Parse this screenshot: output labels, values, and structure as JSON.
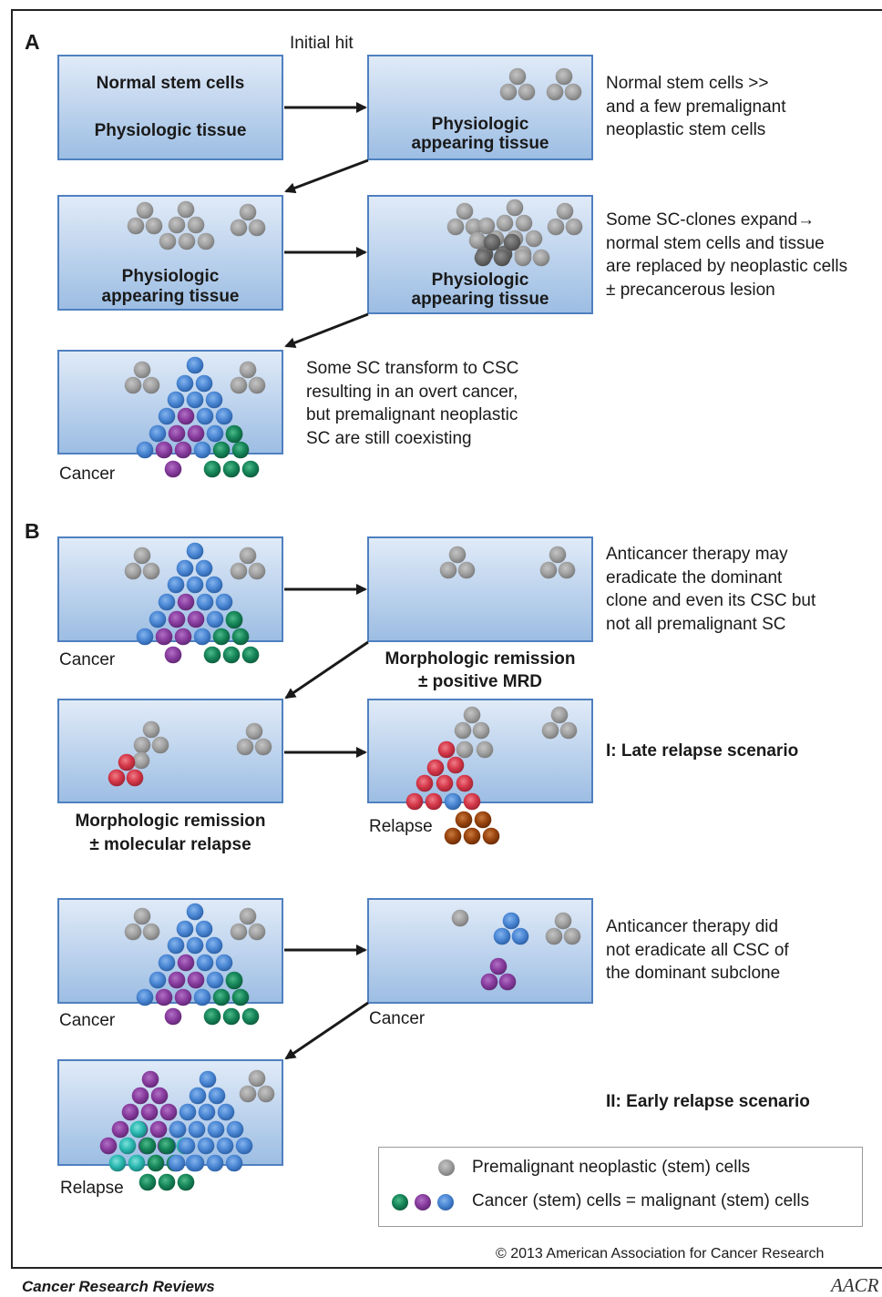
{
  "panels": {
    "a": "A",
    "b": "B"
  },
  "initial_hit": "Initial hit",
  "box_a1": {
    "line1": "Normal stem cells",
    "line2": "Physiologic tissue"
  },
  "box_a2": {
    "line1": "Physiologic",
    "line2": "appearing tissue"
  },
  "box_a3": {
    "line1": "Physiologic",
    "line2": "appearing tissue"
  },
  "box_a4": {
    "line1": "Physiologic",
    "line2": "appearing tissue"
  },
  "desc_a1": [
    "Normal stem cells >>",
    "and a few premalignant",
    "neoplastic stem cells"
  ],
  "desc_a2": [
    "Some SC-clones expand→",
    "normal stem cells and tissue",
    "are replaced by neoplastic cells",
    "± precancerous lesion"
  ],
  "desc_a3": [
    "Some SC transform to CSC",
    "resulting in an overt cancer,",
    "but premalignant neoplastic",
    "SC are still coexisting"
  ],
  "label_cancer": "Cancer",
  "label_relapse": "Relapse",
  "remission1": [
    "Morphologic remission",
    "± positive MRD"
  ],
  "remission2": [
    "Morphologic remission",
    "± molecular relapse"
  ],
  "desc_b1": [
    "Anticancer therapy may",
    "eradicate the dominant",
    "clone and even its CSC but",
    "not all premalignant SC"
  ],
  "scenario_late": "I: Late relapse scenario",
  "desc_b2": [
    "Anticancer therapy did",
    "not eradicate all CSC of",
    "the dominant subclone"
  ],
  "scenario_early": "II: Early relapse scenario",
  "legend": {
    "premalignant": "Premalignant neoplastic (stem) cells",
    "cancer": "Cancer (stem) cells = malignant (stem) cells"
  },
  "copyright": "© 2013 American Association for Cancer Research",
  "journal": "Cancer Research Reviews",
  "logo": "AACR",
  "colors": {
    "box_top": "#dbe7f6",
    "box_bottom": "#9cbde3",
    "box_border": "#4f80bf",
    "gray_cell": "#9e9e9e",
    "dark_gray_cell": "#6b6b6b",
    "blue_cell": "#4a86d3",
    "purple_cell": "#8a3ea0",
    "green_cell": "#17875a",
    "red_cell": "#d6394a",
    "brown_cell": "#9b4510",
    "teal_cell": "#2bbab2"
  }
}
